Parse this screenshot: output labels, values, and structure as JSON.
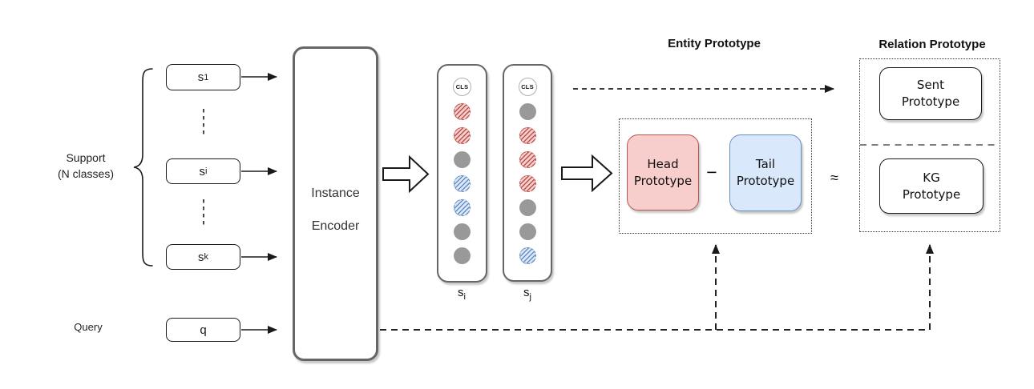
{
  "support": {
    "label_line1": "Support",
    "label_line2": "(N classes)",
    "boxes": [
      {
        "base": "s",
        "sub": "1"
      },
      {
        "base": "s",
        "sub": "i"
      },
      {
        "base": "s",
        "sub": "k"
      }
    ]
  },
  "query": {
    "label": "Query",
    "box": {
      "base": "q",
      "sub": ""
    }
  },
  "encoder": {
    "line1": "Instance",
    "line2": "Encoder"
  },
  "hidden_states": {
    "cls_label": "CLS",
    "columns": [
      {
        "label_base": "s",
        "label_sub": "i",
        "tokens": [
          "cls",
          "head",
          "head",
          "ctx",
          "tail",
          "tail",
          "ctx",
          "ctx"
        ]
      },
      {
        "label_base": "s",
        "label_sub": "j",
        "tokens": [
          "cls",
          "ctx",
          "head",
          "head",
          "head",
          "ctx",
          "ctx",
          "tail"
        ]
      }
    ]
  },
  "entity_prototype": {
    "title": "Entity Prototype",
    "head_line1": "Head",
    "head_line2": "Prototype",
    "operator": "−",
    "tail_line1": "Tail",
    "tail_line2": "Prototype"
  },
  "relation_prototype": {
    "title": "Relation Prototype",
    "sent_line1": "Sent",
    "sent_line2": "Prototype",
    "kg_line1": "KG",
    "kg_line2": "Prototype"
  },
  "approx_symbol": "≈",
  "colors": {
    "head_fill": "#f8cecc",
    "head_stroke": "#b85450",
    "tail_fill": "#dae8fc",
    "tail_stroke": "#6c8ebf",
    "ctx_fill": "#999999",
    "frame": "#666666"
  }
}
